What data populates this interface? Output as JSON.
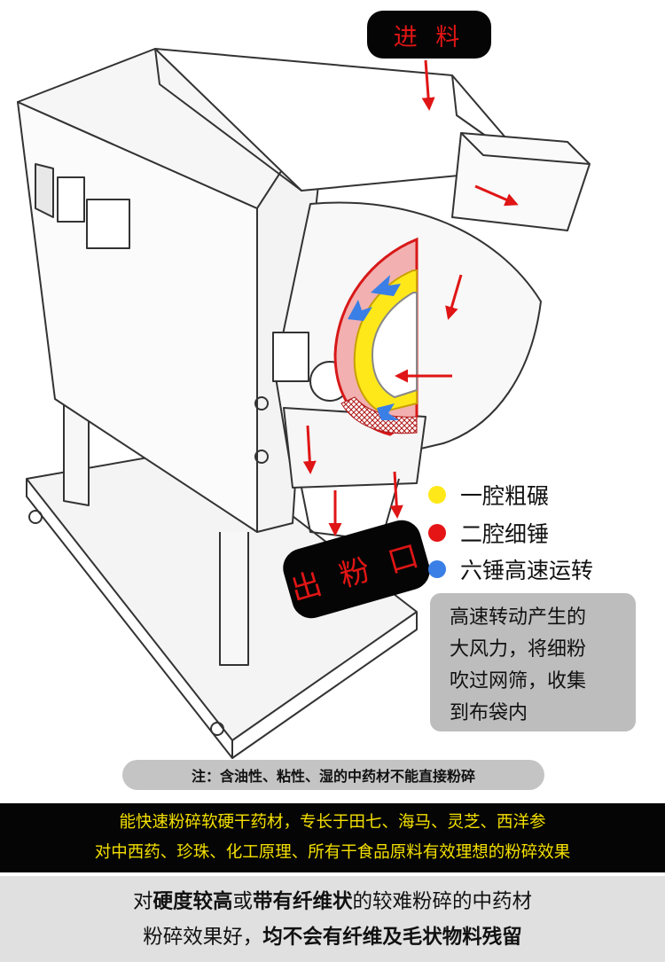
{
  "labels": {
    "feed": "进 料",
    "outlet": "出 粉 口"
  },
  "legend": [
    {
      "text": "一腔粗碾",
      "color": "#ffe81a"
    },
    {
      "text": "二腔细锤",
      "color": "#e51515"
    },
    {
      "text": "六锤高速运转",
      "color": "#3a7fe6"
    }
  ],
  "info_box": {
    "lines": [
      "高速转动产生的",
      "大风力，将细粉",
      "吹过网筛，收集",
      "到布袋内"
    ]
  },
  "note": "注：含油性、粘性、湿的中药材不能直接粉碎",
  "features": {
    "line1": "能快速粉碎软硬干药材，专长于田七、海马、灵芝、西洋参",
    "line2": "对中西药、珍珠、化工原理、所有干食品原料有效理想的粉碎效果"
  },
  "summary": {
    "line1": {
      "a": "对",
      "b": "硬度较高",
      "c": "或",
      "d": "带有纤维状",
      "e": "的较难粉碎的中药材"
    },
    "line2": {
      "a": "粉碎效果好，",
      "b": "均不会有纤维及毛状物料残留"
    }
  },
  "colors": {
    "accent_red": "#e01515",
    "band_black": "#050505",
    "band_yellow": "#f4e000"
  }
}
